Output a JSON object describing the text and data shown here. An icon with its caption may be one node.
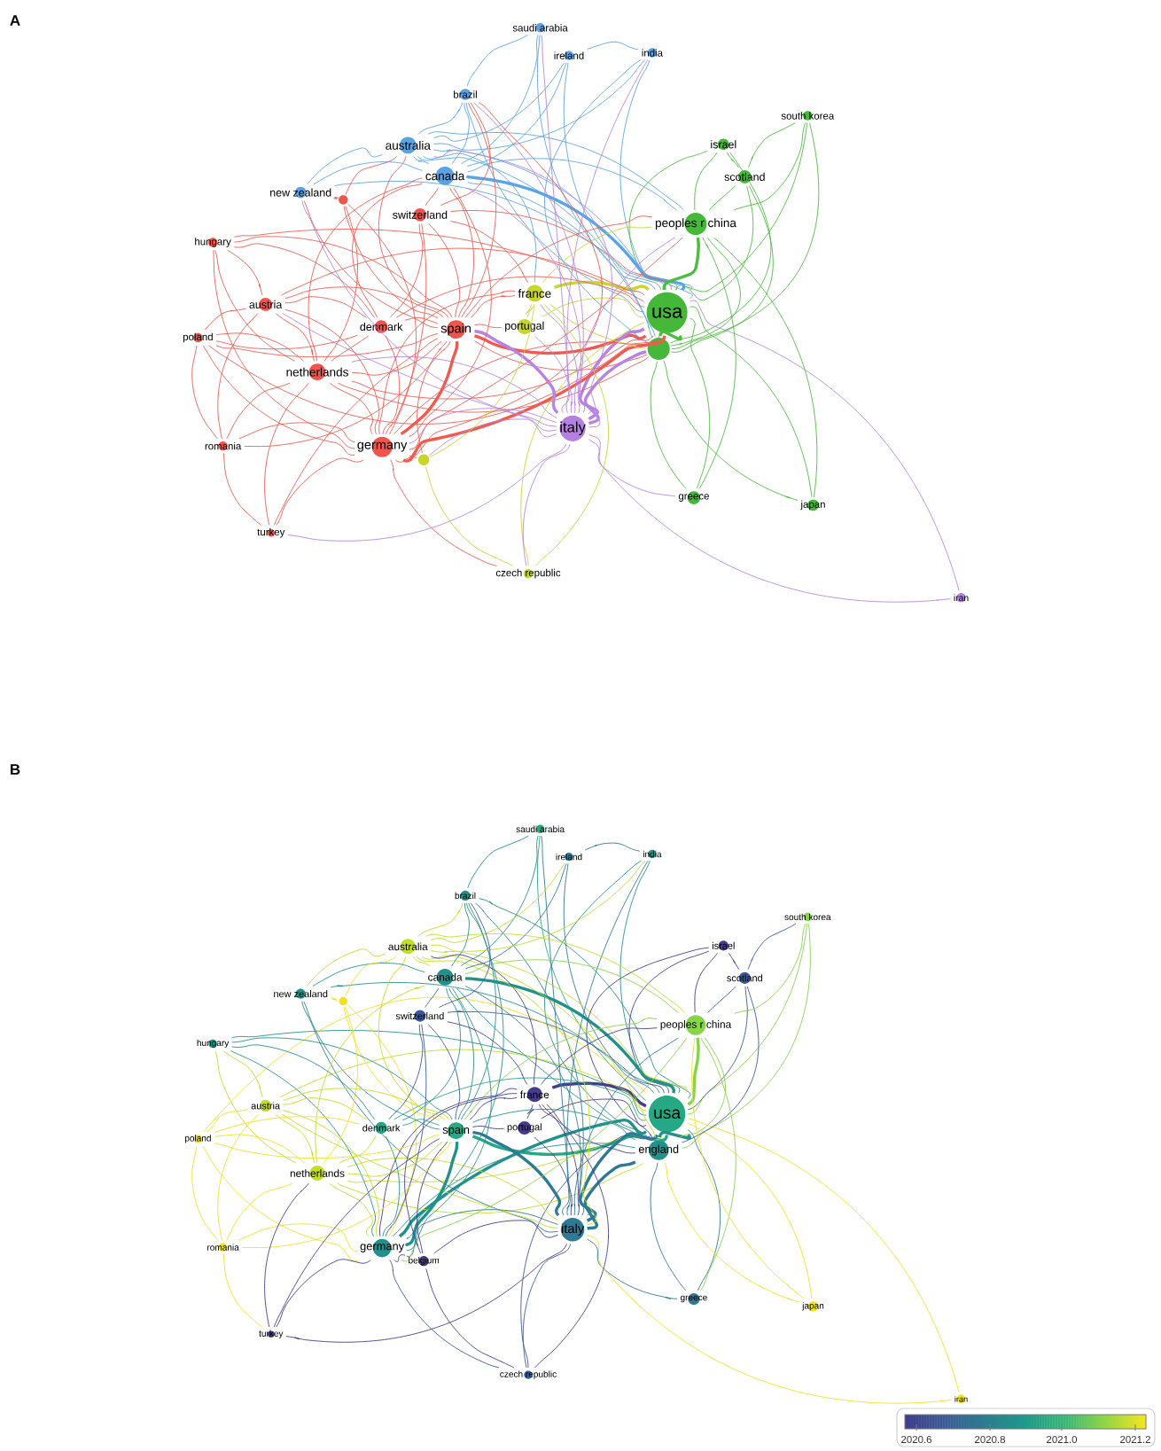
{
  "diagram": {
    "nodes": [
      {
        "text": [
          "saudi arabia"
        ]
      },
      {
        "text": [
          "india"
        ]
      },
      {
        "text": [
          "ireland"
        ]
      },
      {
        "text": [
          "brazil"
        ]
      },
      {
        "text": [
          "south korea"
        ]
      },
      {
        "text": [
          "israel"
        ]
      },
      {
        "text": [
          "australia"
        ]
      },
      {
        "text": [
          "canada"
        ]
      },
      {
        "text": [
          "scotland"
        ]
      },
      {
        "text": [
          "new zealand"
        ]
      },
      {
        "text": [],
        "shape": "circle"
      },
      {
        "text": [
          "switzerland"
        ]
      },
      {
        "text": [
          "peoples r china"
        ]
      },
      {
        "text": [
          "hungary"
        ]
      },
      {
        "text": [
          "france"
        ]
      },
      {
        "text": [
          "austria"
        ]
      },
      {
        "text": [
          "usa"
        ]
      },
      {
        "text": [
          "denmark"
        ]
      },
      {
        "text": [
          "portugal"
        ]
      },
      {
        "text": [
          "spain"
        ]
      },
      {
        "text": [],
        "shape": "circle"
      },
      {
        "text": [
          "poland"
        ]
      },
      {
        "text": [
          "netherlands"
        ]
      },
      {
        "text": [
          "italy"
        ]
      },
      {
        "text": [
          "romania"
        ]
      },
      {
        "text": [
          "germany"
        ]
      },
      {
        "text": [],
        "shape": "circle"
      },
      {
        "text": [
          "greece"
        ]
      },
      {
        "text": [
          "japan"
        ]
      },
      {
        "text": [
          "turkey"
        ]
      },
      {
        "text": [
          "czech republic"
        ]
      },
      {
        "text": [
          "iran"
        ]
      },
      {
        "text": [
          "saudi arabia"
        ]
      },
      {
        "text": [
          "india"
        ]
      },
      {
        "text": [
          "ireland"
        ]
      },
      {
        "text": [
          "brazil"
        ]
      },
      {
        "text": [
          "south korea"
        ]
      },
      {
        "text": [
          "israel"
        ]
      },
      {
        "text": [
          "australia"
        ]
      },
      {
        "text": [
          "canada"
        ]
      },
      {
        "text": [
          "scotland"
        ]
      },
      {
        "text": [
          "new zealand"
        ]
      },
      {
        "text": [],
        "shape": "circle"
      },
      {
        "text": [
          "switzerland"
        ]
      },
      {
        "text": [
          "peoples r china"
        ]
      },
      {
        "text": [
          "hungary"
        ]
      },
      {
        "text": [
          "france"
        ]
      },
      {
        "text": [
          "austria"
        ]
      },
      {
        "text": [
          "usa"
        ]
      },
      {
        "text": [
          "denmark"
        ]
      },
      {
        "text": [
          "portugal"
        ]
      },
      {
        "text": [
          "spain"
        ]
      },
      {
        "text": [
          "england"
        ]
      },
      {
        "text": [
          "poland"
        ]
      },
      {
        "text": [
          "netherlands"
        ]
      },
      {
        "text": [
          "italy"
        ]
      },
      {
        "text": [
          "romania"
        ]
      },
      {
        "text": [
          "germany"
        ]
      },
      {
        "text": [
          "belgium"
        ]
      },
      {
        "text": [
          "greece"
        ]
      },
      {
        "text": [
          "japan"
        ]
      },
      {
        "text": [
          "turkey"
        ]
      },
      {
        "text": [
          "czech republic"
        ]
      },
      {
        "text": [
          "iran"
        ]
      }
    ],
    "edges": [
      {
        "from": 16,
        "to": 0,
        "arrow": "none",
        "color": "#5aa5e6"
      },
      {
        "from": 16,
        "to": 1,
        "arrow": "none",
        "color": "#5aa5e6"
      },
      {
        "from": 16,
        "to": 2,
        "arrow": "none",
        "color": "#5aa5e6"
      },
      {
        "from": 16,
        "to": 3,
        "arrow": "none",
        "color": "#5aa5e6"
      },
      {
        "from": 16,
        "to": 4,
        "arrow": "none",
        "color": "#4cbd3f"
      },
      {
        "from": 16,
        "to": 5,
        "arrow": "none",
        "color": "#4cbd3f"
      },
      {
        "from": 16,
        "to": 6,
        "arrow": "none",
        "color": "#5aa5e6"
      },
      {
        "from": 16,
        "to": 7,
        "arrow": "none",
        "color": "#5aa5e6",
        "style": "thick"
      },
      {
        "from": 16,
        "to": 8,
        "arrow": "none",
        "color": "#4cbd3f"
      },
      {
        "from": 16,
        "to": 9,
        "arrow": "none",
        "color": "#5aa5e6"
      },
      {
        "from": 16,
        "to": 11,
        "arrow": "none",
        "color": "#f25a50"
      },
      {
        "from": 16,
        "to": 12,
        "arrow": "none",
        "color": "#4cbd3f",
        "style": "thick"
      },
      {
        "from": 16,
        "to": 13,
        "arrow": "none",
        "color": "#f25a50"
      },
      {
        "from": 16,
        "to": 14,
        "arrow": "none",
        "color": "#c9d62f",
        "style": "thick"
      },
      {
        "from": 16,
        "to": 15,
        "arrow": "none",
        "color": "#f25a50"
      },
      {
        "from": 16,
        "to": 17,
        "arrow": "none",
        "color": "#f25a50"
      },
      {
        "from": 16,
        "to": 18,
        "arrow": "none",
        "color": "#c9d62f"
      },
      {
        "from": 16,
        "to": 19,
        "arrow": "none",
        "color": "#f25a50",
        "style": "thick"
      },
      {
        "from": 16,
        "to": 20,
        "arrow": "none",
        "color": "#4cbd3f",
        "style": "thick"
      },
      {
        "from": 16,
        "to": 21,
        "arrow": "none",
        "color": "#f25a50"
      },
      {
        "from": 16,
        "to": 22,
        "arrow": "none",
        "color": "#f25a50"
      },
      {
        "from": 16,
        "to": 23,
        "arrow": "none",
        "color": "#b884e3",
        "style": "thick"
      },
      {
        "from": 16,
        "to": 25,
        "arrow": "none",
        "color": "#f25a50",
        "style": "thick"
      },
      {
        "from": 16,
        "to": 27,
        "arrow": "none",
        "color": "#4cbd3f"
      },
      {
        "from": 16,
        "to": 28,
        "arrow": "none",
        "color": "#4cbd3f"
      },
      {
        "from": 16,
        "to": 30,
        "arrow": "none",
        "color": "#c9d62f"
      },
      {
        "from": 16,
        "to": 31,
        "arrow": "none",
        "color": "#b884e3"
      },
      {
        "from": 20,
        "to": 1,
        "arrow": "none",
        "color": "#5aa5e6"
      },
      {
        "from": 20,
        "to": 4,
        "arrow": "none",
        "color": "#4cbd3f"
      },
      {
        "from": 20,
        "to": 5,
        "arrow": "none",
        "color": "#4cbd3f"
      },
      {
        "from": 20,
        "to": 6,
        "arrow": "none",
        "color": "#5aa5e6"
      },
      {
        "from": 20,
        "to": 7,
        "arrow": "none",
        "color": "#5aa5e6"
      },
      {
        "from": 20,
        "to": 8,
        "arrow": "none",
        "color": "#4cbd3f"
      },
      {
        "from": 20,
        "to": 12,
        "arrow": "none",
        "color": "#4cbd3f"
      },
      {
        "from": 20,
        "to": 14,
        "arrow": "none",
        "color": "#c9d62f"
      },
      {
        "from": 20,
        "to": 19,
        "arrow": "none",
        "color": "#f25a50"
      },
      {
        "from": 20,
        "to": 22,
        "arrow": "none",
        "color": "#f25a50"
      },
      {
        "from": 20,
        "to": 23,
        "arrow": "none",
        "color": "#b884e3",
        "style": "thick"
      },
      {
        "from": 20,
        "to": 25,
        "arrow": "none",
        "color": "#f25a50"
      },
      {
        "from": 20,
        "to": 27,
        "arrow": "none",
        "color": "#4cbd3f"
      },
      {
        "from": 20,
        "to": 28,
        "arrow": "none",
        "color": "#4cbd3f"
      },
      {
        "from": 23,
        "to": 0,
        "arrow": "none",
        "color": "#b884e3"
      },
      {
        "from": 23,
        "to": 1,
        "arrow": "none",
        "color": "#b884e3"
      },
      {
        "from": 23,
        "to": 3,
        "arrow": "none",
        "color": "#b884e3"
      },
      {
        "from": 23,
        "to": 6,
        "arrow": "none",
        "color": "#b884e3"
      },
      {
        "from": 23,
        "to": 7,
        "arrow": "none",
        "color": "#b884e3"
      },
      {
        "from": 23,
        "to": 9,
        "arrow": "none",
        "color": "#b884e3"
      },
      {
        "from": 23,
        "to": 12,
        "arrow": "none",
        "color": "#b884e3"
      },
      {
        "from": 23,
        "to": 14,
        "arrow": "none",
        "color": "#b884e3"
      },
      {
        "from": 23,
        "to": 15,
        "arrow": "none",
        "color": "#b884e3"
      },
      {
        "from": 23,
        "to": 18,
        "arrow": "none",
        "color": "#b884e3"
      },
      {
        "from": 23,
        "to": 19,
        "arrow": "none",
        "color": "#b884e3",
        "style": "thick"
      },
      {
        "from": 23,
        "to": 22,
        "arrow": "none",
        "color": "#b884e3"
      },
      {
        "from": 23,
        "to": 25,
        "arrow": "none",
        "color": "#b884e3"
      },
      {
        "from": 23,
        "to": 26,
        "arrow": "none",
        "color": "#b884e3"
      },
      {
        "from": 23,
        "to": 27,
        "arrow": "none",
        "color": "#b884e3"
      },
      {
        "from": 23,
        "to": 29,
        "arrow": "none",
        "color": "#b884e3"
      },
      {
        "from": 23,
        "to": 30,
        "arrow": "none",
        "color": "#b884e3"
      },
      {
        "from": 23,
        "to": 31,
        "arrow": "none",
        "color": "#b884e3"
      },
      {
        "from": 12,
        "to": 4,
        "arrow": "none",
        "color": "#4cbd3f"
      },
      {
        "from": 12,
        "to": 5,
        "arrow": "none",
        "color": "#4cbd3f"
      },
      {
        "from": 12,
        "to": 6,
        "arrow": "none",
        "color": "#5aa5e6"
      },
      {
        "from": 12,
        "to": 7,
        "arrow": "none",
        "color": "#5aa5e6"
      },
      {
        "from": 12,
        "to": 8,
        "arrow": "none",
        "color": "#4cbd3f"
      },
      {
        "from": 12,
        "to": 14,
        "arrow": "none",
        "color": "#c9d62f"
      },
      {
        "from": 12,
        "to": 19,
        "arrow": "none",
        "color": "#f25a50"
      },
      {
        "from": 12,
        "to": 25,
        "arrow": "none",
        "color": "#f25a50"
      },
      {
        "from": 12,
        "to": 27,
        "arrow": "none",
        "color": "#4cbd3f"
      },
      {
        "from": 12,
        "to": 28,
        "arrow": "none",
        "color": "#4cbd3f"
      },
      {
        "from": 25,
        "to": 3,
        "arrow": "none",
        "color": "#f25a50"
      },
      {
        "from": 25,
        "to": 7,
        "arrow": "none",
        "color": "#f25a50"
      },
      {
        "from": 25,
        "to": 10,
        "arrow": "none",
        "color": "#f25a50"
      },
      {
        "from": 25,
        "to": 11,
        "arrow": "none",
        "color": "#f25a50"
      },
      {
        "from": 25,
        "to": 13,
        "arrow": "none",
        "color": "#f25a50"
      },
      {
        "from": 25,
        "to": 14,
        "arrow": "none",
        "color": "#f25a50"
      },
      {
        "from": 25,
        "to": 15,
        "arrow": "none",
        "color": "#f25a50"
      },
      {
        "from": 25,
        "to": 17,
        "arrow": "none",
        "color": "#f25a50"
      },
      {
        "from": 25,
        "to": 19,
        "arrow": "none",
        "color": "#f25a50",
        "style": "thick"
      },
      {
        "from": 25,
        "to": 21,
        "arrow": "none",
        "color": "#f25a50"
      },
      {
        "from": 25,
        "to": 22,
        "arrow": "none",
        "color": "#f25a50"
      },
      {
        "from": 25,
        "to": 24,
        "arrow": "none",
        "color": "#f25a50"
      },
      {
        "from": 25,
        "to": 26,
        "arrow": "none",
        "color": "#f25a50"
      },
      {
        "from": 25,
        "to": 29,
        "arrow": "none",
        "color": "#f25a50"
      },
      {
        "from": 25,
        "to": 30,
        "arrow": "none",
        "color": "#f25a50"
      },
      {
        "from": 19,
        "to": 3,
        "arrow": "none",
        "color": "#f25a50"
      },
      {
        "from": 19,
        "to": 6,
        "arrow": "none",
        "color": "#f25a50"
      },
      {
        "from": 19,
        "to": 7,
        "arrow": "none",
        "color": "#f25a50"
      },
      {
        "from": 19,
        "to": 9,
        "arrow": "none",
        "color": "#f25a50"
      },
      {
        "from": 19,
        "to": 10,
        "arrow": "none",
        "color": "#f25a50"
      },
      {
        "from": 19,
        "to": 11,
        "arrow": "none",
        "color": "#f25a50"
      },
      {
        "from": 19,
        "to": 13,
        "arrow": "none",
        "color": "#f25a50"
      },
      {
        "from": 19,
        "to": 14,
        "arrow": "none",
        "color": "#f25a50"
      },
      {
        "from": 19,
        "to": 15,
        "arrow": "none",
        "color": "#f25a50"
      },
      {
        "from": 19,
        "to": 17,
        "arrow": "none",
        "color": "#f25a50"
      },
      {
        "from": 19,
        "to": 18,
        "arrow": "none",
        "color": "#f25a50"
      },
      {
        "from": 19,
        "to": 21,
        "arrow": "none",
        "color": "#f25a50"
      },
      {
        "from": 19,
        "to": 22,
        "arrow": "none",
        "color": "#f25a50"
      },
      {
        "from": 19,
        "to": 24,
        "arrow": "none",
        "color": "#f25a50"
      },
      {
        "from": 19,
        "to": 26,
        "arrow": "none",
        "color": "#f25a50"
      },
      {
        "from": 19,
        "to": 29,
        "arrow": "none",
        "color": "#f25a50"
      },
      {
        "from": 7,
        "to": 0,
        "arrow": "none",
        "color": "#5aa5e6"
      },
      {
        "from": 7,
        "to": 2,
        "arrow": "none",
        "color": "#5aa5e6"
      },
      {
        "from": 7,
        "to": 3,
        "arrow": "none",
        "color": "#5aa5e6"
      },
      {
        "from": 7,
        "to": 6,
        "arrow": "none",
        "color": "#5aa5e6"
      },
      {
        "from": 7,
        "to": 9,
        "arrow": "none",
        "color": "#5aa5e6"
      },
      {
        "from": 7,
        "to": 11,
        "arrow": "none",
        "color": "#f25a50"
      },
      {
        "from": 7,
        "to": 17,
        "arrow": "none",
        "color": "#f25a50"
      },
      {
        "from": 7,
        "to": 22,
        "arrow": "none",
        "color": "#f25a50"
      },
      {
        "from": 6,
        "to": 1,
        "arrow": "none",
        "color": "#5aa5e6"
      },
      {
        "from": 6,
        "to": 2,
        "arrow": "none",
        "color": "#5aa5e6"
      },
      {
        "from": 6,
        "to": 3,
        "arrow": "none",
        "color": "#5aa5e6"
      },
      {
        "from": 6,
        "to": 9,
        "arrow": "none",
        "color": "#5aa5e6"
      },
      {
        "from": 6,
        "to": 10,
        "arrow": "none",
        "color": "#f25a50"
      },
      {
        "from": 6,
        "to": 14,
        "arrow": "none",
        "color": "#5aa5e6"
      },
      {
        "from": 22,
        "to": 10,
        "arrow": "none",
        "color": "#f25a50"
      },
      {
        "from": 22,
        "to": 13,
        "arrow": "none",
        "color": "#f25a50"
      },
      {
        "from": 22,
        "to": 15,
        "arrow": "none",
        "color": "#f25a50"
      },
      {
        "from": 22,
        "to": 17,
        "arrow": "none",
        "color": "#f25a50"
      },
      {
        "from": 22,
        "to": 21,
        "arrow": "none",
        "color": "#f25a50"
      },
      {
        "from": 22,
        "to": 24,
        "arrow": "none",
        "color": "#f25a50"
      },
      {
        "from": 22,
        "to": 29,
        "arrow": "none",
        "color": "#f25a50"
      },
      {
        "from": 14,
        "to": 11,
        "arrow": "none",
        "color": "#f25a50"
      },
      {
        "from": 14,
        "to": 18,
        "arrow": "none",
        "color": "#c9d62f"
      },
      {
        "from": 14,
        "to": 26,
        "arrow": "none",
        "color": "#c9d62f"
      },
      {
        "from": 14,
        "to": 30,
        "arrow": "none",
        "color": "#c9d62f"
      },
      {
        "from": 17,
        "to": 11,
        "arrow": "none",
        "color": "#f25a50"
      },
      {
        "from": 17,
        "to": 13,
        "arrow": "none",
        "color": "#f25a50"
      },
      {
        "from": 17,
        "to": 15,
        "arrow": "none",
        "color": "#f25a50"
      },
      {
        "from": 17,
        "to": 21,
        "arrow": "none",
        "color": "#f25a50"
      },
      {
        "from": 15,
        "to": 13,
        "arrow": "none",
        "color": "#f25a50"
      },
      {
        "from": 15,
        "to": 21,
        "arrow": "none",
        "color": "#f25a50"
      },
      {
        "from": 15,
        "to": 24,
        "arrow": "none",
        "color": "#f25a50"
      },
      {
        "from": 0,
        "to": 3,
        "arrow": "none",
        "color": "#5aa5e6"
      },
      {
        "from": 1,
        "to": 2,
        "arrow": "none",
        "color": "#5aa5e6"
      },
      {
        "from": 3,
        "to": 11,
        "arrow": "none",
        "color": "#f25a50"
      },
      {
        "from": 9,
        "to": 10,
        "arrow": "none",
        "color": "#f25a50"
      },
      {
        "from": 21,
        "to": 24,
        "arrow": "none",
        "color": "#f25a50"
      },
      {
        "from": 24,
        "to": 29,
        "arrow": "none",
        "color": "#f25a50"
      },
      {
        "from": 26,
        "to": 30,
        "arrow": "none",
        "color": "#c9d62f"
      },
      {
        "from": 4,
        "to": 8,
        "arrow": "none",
        "color": "#4cbd3f"
      },
      {
        "from": 5,
        "to": 8,
        "arrow": "none",
        "color": "#4cbd3f"
      },
      {
        "from": 48,
        "to": 32,
        "arrow": "none",
        "color": "#25a984"
      },
      {
        "from": 48,
        "to": 33,
        "arrow": "none",
        "color": "#21918c"
      },
      {
        "from": 48,
        "to": 34,
        "arrow": "none",
        "color": "#2e7a95"
      },
      {
        "from": 48,
        "to": 35,
        "arrow": "none",
        "color": "#21918c"
      },
      {
        "from": 48,
        "to": 36,
        "arrow": "none",
        "color": "#86d549"
      },
      {
        "from": 48,
        "to": 37,
        "arrow": "none",
        "color": "#453c8e"
      },
      {
        "from": 48,
        "to": 38,
        "arrow": "none",
        "color": "#c2df23"
      },
      {
        "from": 48,
        "to": 39,
        "arrow": "none",
        "color": "#21918c",
        "style": "thick"
      },
      {
        "from": 48,
        "to": 40,
        "arrow": "none",
        "color": "#3b5a9a"
      },
      {
        "from": 48,
        "to": 41,
        "arrow": "none",
        "color": "#21918c"
      },
      {
        "from": 48,
        "to": 43,
        "arrow": "none",
        "color": "#3b5a9a"
      },
      {
        "from": 48,
        "to": 44,
        "arrow": "none",
        "color": "#86d549",
        "style": "thick"
      },
      {
        "from": 48,
        "to": 45,
        "arrow": "none",
        "color": "#21918c"
      },
      {
        "from": 48,
        "to": 46,
        "arrow": "none",
        "color": "#453c8e",
        "style": "thick"
      },
      {
        "from": 48,
        "to": 47,
        "arrow": "none",
        "color": "#c2df23"
      },
      {
        "from": 48,
        "to": 49,
        "arrow": "none",
        "color": "#25a984"
      },
      {
        "from": 48,
        "to": 50,
        "arrow": "none",
        "color": "#453c8e"
      },
      {
        "from": 48,
        "to": 51,
        "arrow": "none",
        "color": "#25a984",
        "style": "thick"
      },
      {
        "from": 48,
        "to": 52,
        "arrow": "none",
        "color": "#21918c",
        "style": "thick"
      },
      {
        "from": 48,
        "to": 53,
        "arrow": "none",
        "color": "#f2e21e"
      },
      {
        "from": 48,
        "to": 54,
        "arrow": "none",
        "color": "#c2df23"
      },
      {
        "from": 48,
        "to": 55,
        "arrow": "none",
        "color": "#2e7a95",
        "style": "thick"
      },
      {
        "from": 48,
        "to": 57,
        "arrow": "none",
        "color": "#21918c",
        "style": "thick"
      },
      {
        "from": 48,
        "to": 59,
        "arrow": "none",
        "color": "#2e7a95"
      },
      {
        "from": 48,
        "to": 60,
        "arrow": "none",
        "color": "#f2e21e"
      },
      {
        "from": 48,
        "to": 62,
        "arrow": "none",
        "color": "#3b5a9a"
      },
      {
        "from": 48,
        "to": 63,
        "arrow": "none",
        "color": "#f2e21e"
      },
      {
        "from": 52,
        "to": 33,
        "arrow": "none",
        "color": "#21918c"
      },
      {
        "from": 52,
        "to": 36,
        "arrow": "none",
        "color": "#86d549"
      },
      {
        "from": 52,
        "to": 37,
        "arrow": "none",
        "color": "#453c8e"
      },
      {
        "from": 52,
        "to": 38,
        "arrow": "none",
        "color": "#c2df23"
      },
      {
        "from": 52,
        "to": 39,
        "arrow": "none",
        "color": "#21918c"
      },
      {
        "from": 52,
        "to": 40,
        "arrow": "none",
        "color": "#3b5a9a"
      },
      {
        "from": 52,
        "to": 44,
        "arrow": "none",
        "color": "#86d549"
      },
      {
        "from": 52,
        "to": 46,
        "arrow": "none",
        "color": "#453c8e"
      },
      {
        "from": 52,
        "to": 51,
        "arrow": "none",
        "color": "#21918c"
      },
      {
        "from": 52,
        "to": 54,
        "arrow": "none",
        "color": "#c2df23"
      },
      {
        "from": 52,
        "to": 55,
        "arrow": "none",
        "color": "#2e7a95",
        "style": "thick"
      },
      {
        "from": 52,
        "to": 57,
        "arrow": "none",
        "color": "#21918c"
      },
      {
        "from": 52,
        "to": 59,
        "arrow": "none",
        "color": "#2e7a95"
      },
      {
        "from": 52,
        "to": 60,
        "arrow": "none",
        "color": "#f2e21e"
      },
      {
        "from": 55,
        "to": 32,
        "arrow": "none",
        "color": "#2e7a95"
      },
      {
        "from": 55,
        "to": 33,
        "arrow": "none",
        "color": "#2e7a95"
      },
      {
        "from": 55,
        "to": 35,
        "arrow": "none",
        "color": "#2e7a95"
      },
      {
        "from": 55,
        "to": 38,
        "arrow": "none",
        "color": "#c2df23"
      },
      {
        "from": 55,
        "to": 39,
        "arrow": "none",
        "color": "#2e7a95"
      },
      {
        "from": 55,
        "to": 41,
        "arrow": "none",
        "color": "#2e7a95"
      },
      {
        "from": 55,
        "to": 44,
        "arrow": "none",
        "color": "#2e7a95"
      },
      {
        "from": 55,
        "to": 46,
        "arrow": "none",
        "color": "#453c8e"
      },
      {
        "from": 55,
        "to": 47,
        "arrow": "none",
        "color": "#c2df23"
      },
      {
        "from": 55,
        "to": 50,
        "arrow": "none",
        "color": "#453c8e"
      },
      {
        "from": 55,
        "to": 51,
        "arrow": "none",
        "color": "#2e7a95",
        "style": "thick"
      },
      {
        "from": 55,
        "to": 54,
        "arrow": "none",
        "color": "#c2df23"
      },
      {
        "from": 55,
        "to": 57,
        "arrow": "none",
        "color": "#2e7a95"
      },
      {
        "from": 55,
        "to": 58,
        "arrow": "none",
        "color": "#453c8e"
      },
      {
        "from": 55,
        "to": 59,
        "arrow": "none",
        "color": "#2e7a95"
      },
      {
        "from": 55,
        "to": 61,
        "arrow": "none",
        "color": "#453c8e"
      },
      {
        "from": 55,
        "to": 62,
        "arrow": "none",
        "color": "#3b5a9a"
      },
      {
        "from": 55,
        "to": 63,
        "arrow": "none",
        "color": "#f2e21e"
      },
      {
        "from": 44,
        "to": 36,
        "arrow": "none",
        "color": "#86d549"
      },
      {
        "from": 44,
        "to": 37,
        "arrow": "none",
        "color": "#453c8e"
      },
      {
        "from": 44,
        "to": 38,
        "arrow": "none",
        "color": "#c2df23"
      },
      {
        "from": 44,
        "to": 39,
        "arrow": "none",
        "color": "#86d549"
      },
      {
        "from": 44,
        "to": 40,
        "arrow": "none",
        "color": "#3b5a9a"
      },
      {
        "from": 44,
        "to": 46,
        "arrow": "none",
        "color": "#453c8e"
      },
      {
        "from": 44,
        "to": 51,
        "arrow": "none",
        "color": "#86d549"
      },
      {
        "from": 44,
        "to": 57,
        "arrow": "none",
        "color": "#86d549"
      },
      {
        "from": 44,
        "to": 59,
        "arrow": "none",
        "color": "#86d549"
      },
      {
        "from": 44,
        "to": 60,
        "arrow": "none",
        "color": "#f2e21e"
      },
      {
        "from": 57,
        "to": 35,
        "arrow": "none",
        "color": "#21918c"
      },
      {
        "from": 57,
        "to": 39,
        "arrow": "none",
        "color": "#21918c"
      },
      {
        "from": 57,
        "to": 42,
        "arrow": "none",
        "color": "#f2e21e"
      },
      {
        "from": 57,
        "to": 43,
        "arrow": "none",
        "color": "#3b5a9a"
      },
      {
        "from": 57,
        "to": 45,
        "arrow": "none",
        "color": "#21918c"
      },
      {
        "from": 57,
        "to": 46,
        "arrow": "none",
        "color": "#453c8e"
      },
      {
        "from": 57,
        "to": 47,
        "arrow": "none",
        "color": "#c2df23"
      },
      {
        "from": 57,
        "to": 49,
        "arrow": "none",
        "color": "#21918c"
      },
      {
        "from": 57,
        "to": 51,
        "arrow": "none",
        "color": "#21918c",
        "style": "thick"
      },
      {
        "from": 57,
        "to": 53,
        "arrow": "none",
        "color": "#f2e21e"
      },
      {
        "from": 57,
        "to": 54,
        "arrow": "none",
        "color": "#c2df23"
      },
      {
        "from": 57,
        "to": 56,
        "arrow": "none",
        "color": "#f2e21e"
      },
      {
        "from": 57,
        "to": 58,
        "arrow": "none",
        "color": "#453c8e"
      },
      {
        "from": 57,
        "to": 61,
        "arrow": "none",
        "color": "#453c8e"
      },
      {
        "from": 57,
        "to": 62,
        "arrow": "none",
        "color": "#3b5a9a"
      },
      {
        "from": 51,
        "to": 35,
        "arrow": "none",
        "color": "#21918c"
      },
      {
        "from": 51,
        "to": 38,
        "arrow": "none",
        "color": "#c2df23"
      },
      {
        "from": 51,
        "to": 39,
        "arrow": "none",
        "color": "#21918c"
      },
      {
        "from": 51,
        "to": 41,
        "arrow": "none",
        "color": "#21918c"
      },
      {
        "from": 51,
        "to": 42,
        "arrow": "none",
        "color": "#f2e21e"
      },
      {
        "from": 51,
        "to": 43,
        "arrow": "none",
        "color": "#3b5a9a"
      },
      {
        "from": 51,
        "to": 45,
        "arrow": "none",
        "color": "#21918c"
      },
      {
        "from": 51,
        "to": 46,
        "arrow": "none",
        "color": "#453c8e"
      },
      {
        "from": 51,
        "to": 47,
        "arrow": "none",
        "color": "#c2df23"
      },
      {
        "from": 51,
        "to": 49,
        "arrow": "none",
        "color": "#25a984"
      },
      {
        "from": 51,
        "to": 50,
        "arrow": "none",
        "color": "#453c8e"
      },
      {
        "from": 51,
        "to": 53,
        "arrow": "none",
        "color": "#f2e21e"
      },
      {
        "from": 51,
        "to": 54,
        "arrow": "none",
        "color": "#c2df23"
      },
      {
        "from": 51,
        "to": 56,
        "arrow": "none",
        "color": "#f2e21e"
      },
      {
        "from": 51,
        "to": 58,
        "arrow": "none",
        "color": "#453c8e"
      },
      {
        "from": 51,
        "to": 61,
        "arrow": "none",
        "color": "#453c8e"
      },
      {
        "from": 39,
        "to": 32,
        "arrow": "none",
        "color": "#21918c"
      },
      {
        "from": 39,
        "to": 34,
        "arrow": "none",
        "color": "#2e7a95"
      },
      {
        "from": 39,
        "to": 35,
        "arrow": "none",
        "color": "#21918c"
      },
      {
        "from": 39,
        "to": 38,
        "arrow": "none",
        "color": "#c2df23"
      },
      {
        "from": 39,
        "to": 41,
        "arrow": "none",
        "color": "#21918c"
      },
      {
        "from": 39,
        "to": 43,
        "arrow": "none",
        "color": "#3b5a9a"
      },
      {
        "from": 39,
        "to": 49,
        "arrow": "none",
        "color": "#21918c"
      },
      {
        "from": 39,
        "to": 54,
        "arrow": "none",
        "color": "#c2df23"
      },
      {
        "from": 38,
        "to": 33,
        "arrow": "none",
        "color": "#c2df23"
      },
      {
        "from": 38,
        "to": 34,
        "arrow": "none",
        "color": "#c2df23"
      },
      {
        "from": 38,
        "to": 35,
        "arrow": "none",
        "color": "#c2df23"
      },
      {
        "from": 38,
        "to": 41,
        "arrow": "none",
        "color": "#c2df23"
      },
      {
        "from": 38,
        "to": 42,
        "arrow": "none",
        "color": "#f2e21e"
      },
      {
        "from": 38,
        "to": 46,
        "arrow": "none",
        "color": "#453c8e"
      },
      {
        "from": 54,
        "to": 42,
        "arrow": "none",
        "color": "#f2e21e"
      },
      {
        "from": 54,
        "to": 45,
        "arrow": "none",
        "color": "#c2df23"
      },
      {
        "from": 54,
        "to": 47,
        "arrow": "none",
        "color": "#c2df23"
      },
      {
        "from": 54,
        "to": 49,
        "arrow": "none",
        "color": "#c2df23"
      },
      {
        "from": 54,
        "to": 53,
        "arrow": "none",
        "color": "#f2e21e"
      },
      {
        "from": 54,
        "to": 56,
        "arrow": "none",
        "color": "#f2e21e"
      },
      {
        "from": 54,
        "to": 61,
        "arrow": "none",
        "color": "#453c8e"
      },
      {
        "from": 46,
        "to": 43,
        "arrow": "none",
        "color": "#453c8e"
      },
      {
        "from": 46,
        "to": 50,
        "arrow": "none",
        "color": "#453c8e"
      },
      {
        "from": 46,
        "to": 58,
        "arrow": "none",
        "color": "#453c8e"
      },
      {
        "from": 46,
        "to": 62,
        "arrow": "none",
        "color": "#453c8e"
      },
      {
        "from": 49,
        "to": 43,
        "arrow": "none",
        "color": "#3b5a9a"
      },
      {
        "from": 49,
        "to": 45,
        "arrow": "none",
        "color": "#21918c"
      },
      {
        "from": 49,
        "to": 47,
        "arrow": "none",
        "color": "#c2df23"
      },
      {
        "from": 49,
        "to": 53,
        "arrow": "none",
        "color": "#f2e21e"
      },
      {
        "from": 47,
        "to": 45,
        "arrow": "none",
        "color": "#c2df23"
      },
      {
        "from": 47,
        "to": 53,
        "arrow": "none",
        "color": "#f2e21e"
      },
      {
        "from": 47,
        "to": 56,
        "arrow": "none",
        "color": "#f2e21e"
      },
      {
        "from": 32,
        "to": 35,
        "arrow": "none",
        "color": "#21918c"
      },
      {
        "from": 33,
        "to": 34,
        "arrow": "none",
        "color": "#2e7a95"
      },
      {
        "from": 35,
        "to": 43,
        "arrow": "none",
        "color": "#3b5a9a"
      },
      {
        "from": 41,
        "to": 42,
        "arrow": "none",
        "color": "#f2e21e"
      },
      {
        "from": 53,
        "to": 56,
        "arrow": "none",
        "color": "#f2e21e"
      },
      {
        "from": 56,
        "to": 61,
        "arrow": "none",
        "color": "#f2e21e"
      },
      {
        "from": 58,
        "to": 62,
        "arrow": "none",
        "color": "#453c8e"
      },
      {
        "from": 36,
        "to": 40,
        "arrow": "none",
        "color": "#3b5a9a"
      },
      {
        "from": 37,
        "to": 40,
        "arrow": "none",
        "color": "#453c8e"
      }
    ],
    "labels": [
      "A",
      "B",
      "2020.6",
      "2020.8",
      "2021.0",
      "2021.2"
    ]
  }
}
